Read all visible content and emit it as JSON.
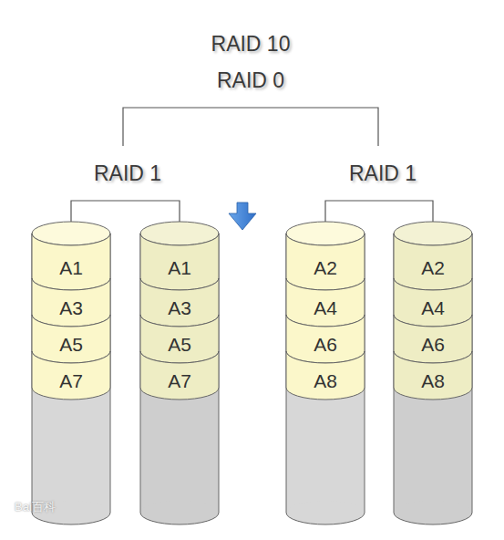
{
  "diagram": {
    "title": "RAID 10",
    "nodes": [
      {
        "text": [
          "A1"
        ]
      },
      {
        "text": [
          "A3"
        ]
      },
      {
        "text": [
          "A5"
        ]
      },
      {
        "text": [
          "A7"
        ]
      },
      {
        "text": [
          "A1"
        ]
      },
      {
        "text": [
          "A3"
        ]
      },
      {
        "text": [
          "A5"
        ]
      },
      {
        "text": [
          "A7"
        ]
      },
      {
        "text": [
          "A2"
        ]
      },
      {
        "text": [
          "A4"
        ]
      },
      {
        "text": [
          "A6"
        ]
      },
      {
        "text": [
          "A8"
        ]
      },
      {
        "text": [
          "A2"
        ]
      },
      {
        "text": [
          "A4"
        ]
      },
      {
        "text": [
          "A6"
        ]
      },
      {
        "text": [
          "A8"
        ]
      }
    ],
    "labels": [
      "RAID 0",
      "RAID 1",
      "RAID 1",
      "Bai百科"
    ]
  }
}
